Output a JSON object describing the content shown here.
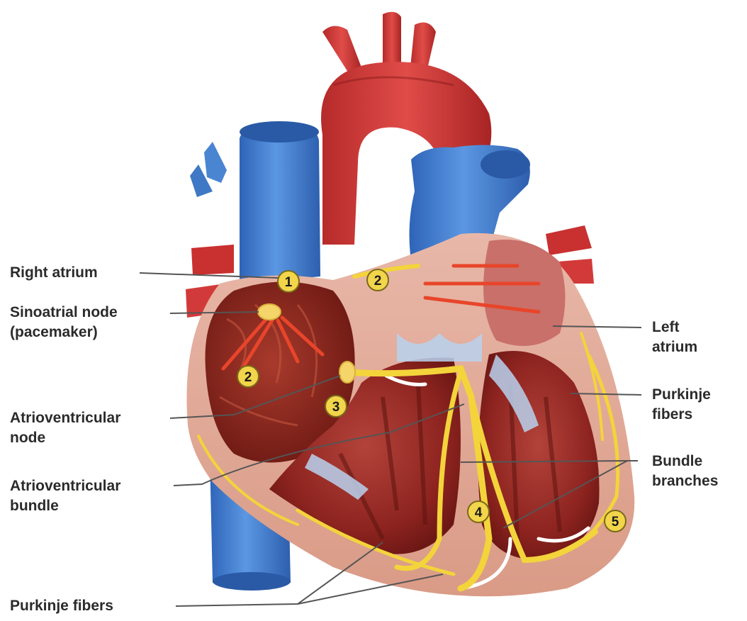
{
  "labels": {
    "right_atrium": "Right atrium",
    "sa_node_line1": "Sinoatrial node",
    "sa_node_line2": "(pacemaker)",
    "av_node_line1": "Atrioventricular",
    "av_node_line2": "node",
    "av_bundle_line1": "Atrioventricular",
    "av_bundle_line2": "bundle",
    "purkinje_bottom": "Purkinje fibers",
    "left_atrium_line1": "Left",
    "left_atrium_line2": "atrium",
    "purkinje_right_line1": "Purkinje",
    "purkinje_right_line2": "fibers",
    "bundle_branches_line1": "Bundle",
    "bundle_branches_line2": "branches"
  },
  "steps": [
    "1",
    "2",
    "2",
    "3",
    "4",
    "5"
  ],
  "colors": {
    "vein_blue": "#3f7fd0",
    "artery_red": "#d23a3a",
    "muscle": "#9a2a22",
    "conduction_yellow": "#f3d43b",
    "badge_yellow": "#f2d54a",
    "label_text": "#2b2b2b"
  }
}
